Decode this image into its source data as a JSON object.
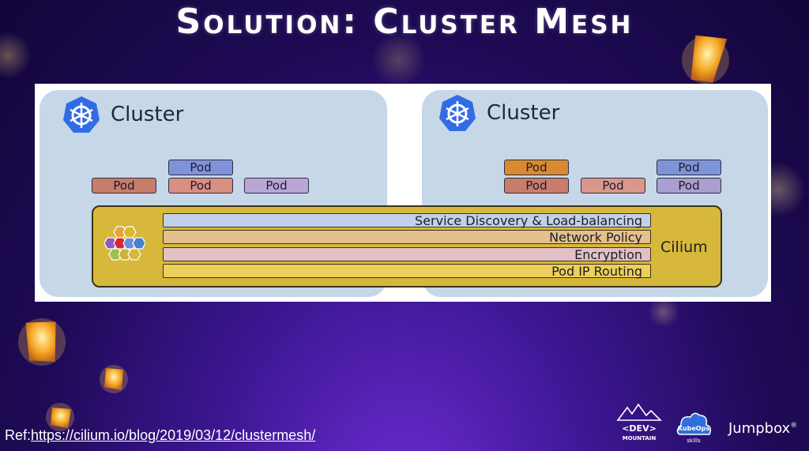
{
  "title": "Solution: Cluster Mesh",
  "clusters": [
    {
      "label": "Cluster",
      "pods": [
        {
          "label": "Pod",
          "color": "#7f93d8"
        },
        {
          "label": "Pod",
          "color": "#c87c6c"
        },
        {
          "label": "Pod",
          "color": "#d98f82"
        },
        {
          "label": "Pod",
          "color": "#b9a6d6"
        }
      ]
    },
    {
      "label": "Cluster",
      "pods": [
        {
          "label": "Pod",
          "color": "#d98a2e"
        },
        {
          "label": "Pod",
          "color": "#c87c6c"
        },
        {
          "label": "Pod",
          "color": "#d9978c"
        },
        {
          "label": "Pod",
          "color": "#7f93d8"
        },
        {
          "label": "Pod",
          "color": "#a99fd0"
        }
      ]
    }
  ],
  "cilium": {
    "label": "Cilium",
    "layers": [
      {
        "label": "Service Discovery & Load-balancing",
        "color": "#c3d0ea"
      },
      {
        "label": "Network Policy",
        "color": "#e3c08d"
      },
      {
        "label": "Encryption",
        "color": "#e2c0c4"
      },
      {
        "label": "Pod IP Routing",
        "color": "#eccf5c"
      }
    ]
  },
  "reference": {
    "prefix": "Ref:",
    "link_text": "https://cilium.io/blog/2019/03/12/clustermesh/"
  },
  "logos": {
    "dev_mountain_line1": "<DEV>",
    "dev_mountain_line2": "MOUNTAIN",
    "kubeops_line1": "KubeOps",
    "kubeops_line2": "skills",
    "jumpbox": "Jumpbox",
    "jumpbox_mark": "®"
  },
  "icons": {
    "kubernetes": "kubernetes-icon",
    "cilium": "cilium-hexagon-icon"
  }
}
